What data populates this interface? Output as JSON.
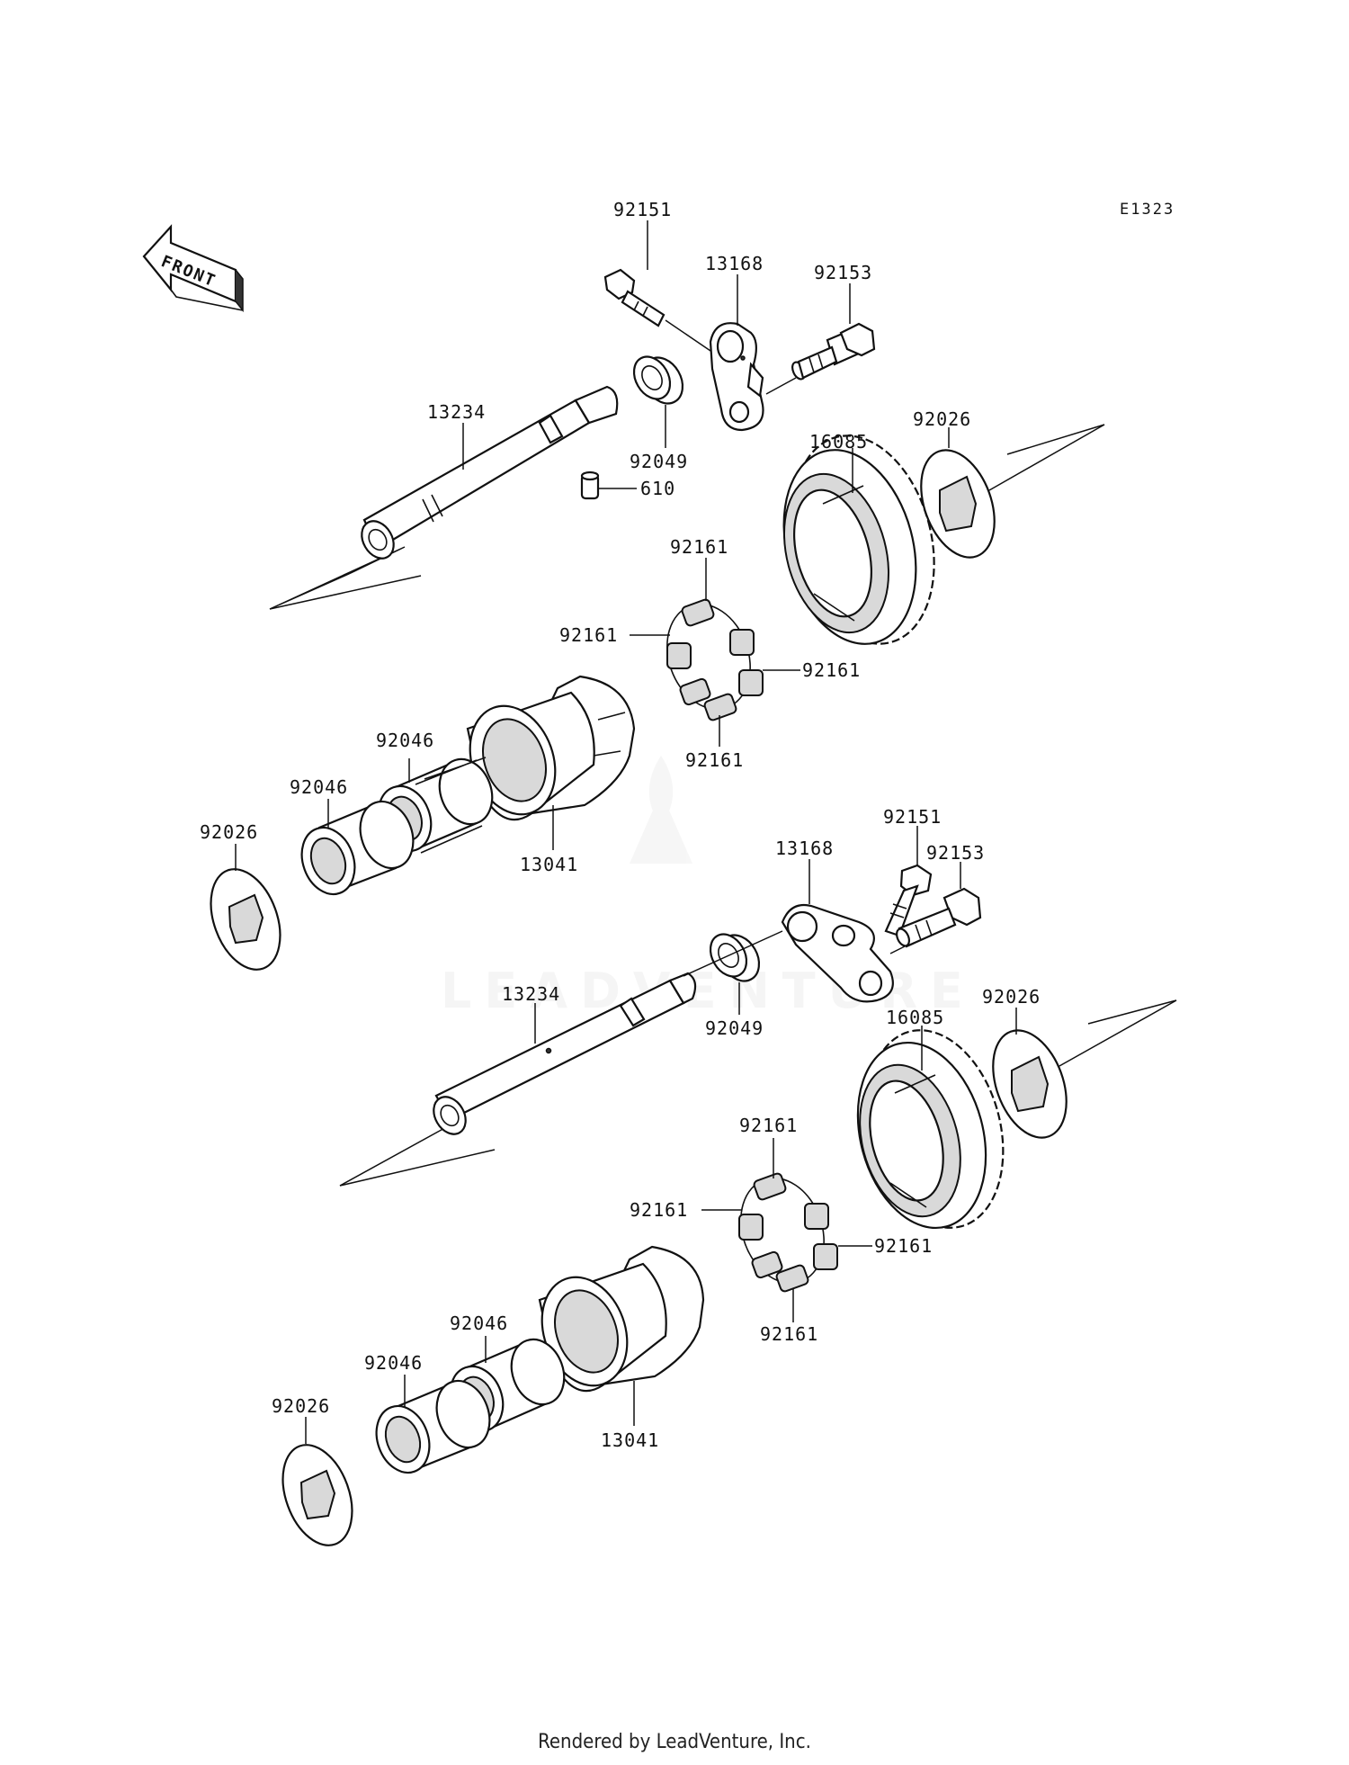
{
  "diagram_ref": "E1323",
  "direction_label": "FRONT",
  "watermark": "LEADVENTURE",
  "footer": "Rendered by LeadVenture, Inc.",
  "parts": {
    "upper": {
      "bolt_a": "92151",
      "holder": "13168",
      "bolt_b": "92153",
      "shaft": "13234",
      "seal": "92049",
      "pin": "610",
      "gear": "16085",
      "washer_right": "92026",
      "damper_top": "92161",
      "damper_left": "92161",
      "damper_right": "92161",
      "damper_bottom": "92161",
      "bearing_right": "92046",
      "bearing_left": "92046",
      "washer_left": "92026",
      "hub": "13041"
    },
    "lower": {
      "bolt_a": "92151",
      "holder": "13168",
      "bolt_b": "92153",
      "shaft": "13234",
      "seal": "92049",
      "gear": "16085",
      "washer_right": "92026",
      "damper_top": "92161",
      "damper_left": "92161",
      "damper_right": "92161",
      "damper_bottom": "92161",
      "bearing_right": "92046",
      "bearing_left": "92046",
      "washer_left": "92026",
      "hub": "13041"
    }
  }
}
